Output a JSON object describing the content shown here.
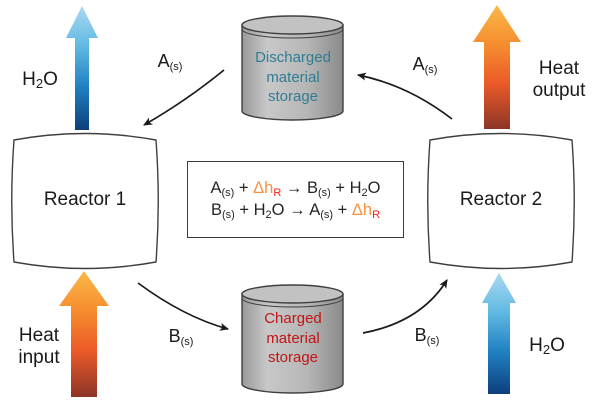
{
  "colors": {
    "delta_orange": "#F79140",
    "delta_red": "#FF1E14",
    "discharged_text": "#2E7D93",
    "charged_text": "#C11414",
    "blue_light": "#AADAF0",
    "blue_mid1": "#5FB8E2",
    "blue_mid2": "#1E7FC0",
    "blue_dark": "#0F3E7C",
    "orange_light": "#FBB847",
    "orange_mid1": "#F58B2E",
    "orange_mid2": "#EC5A28",
    "orange_dark": "#8C3528"
  },
  "reactors": {
    "left": "Reactor 1",
    "right": "Reactor 2"
  },
  "storages": {
    "top": {
      "line1": "Discharged",
      "line2": "material",
      "line3": "storage"
    },
    "bottom": {
      "line1": "Charged",
      "line2": "material",
      "line3": "storage"
    }
  },
  "labels": {
    "h2o_top_left": {
      "main": "H",
      "sub": "2",
      "tail": "O"
    },
    "h2o_bottom_right": {
      "main": "H",
      "sub": "2",
      "tail": "O"
    },
    "heat_output": {
      "line1": "Heat",
      "line2": "output"
    },
    "heat_input": {
      "line1": "Heat",
      "line2": "input"
    },
    "a_s_left": {
      "main": "A",
      "sub": "(s)"
    },
    "a_s_right": {
      "main": "A",
      "sub": "(s)"
    },
    "b_s_left": {
      "main": "B",
      "sub": "(s)"
    },
    "b_s_right": {
      "main": "B",
      "sub": "(s)"
    }
  },
  "equation": {
    "line1": {
      "a": "A",
      "a_sub": "(s)",
      "plus1": " + ",
      "dh": "Δh",
      "dh_sub": "R",
      "arrow": " → ",
      "b": "B",
      "b_sub": "(s)",
      "plus2": " + H",
      "h2o_sub": "2",
      "h2o_tail": "O"
    },
    "line2": {
      "b": "B",
      "b_sub": "(s)",
      "plus1": " + H",
      "h2o_sub": "2",
      "h2o_tail": "O",
      "arrow": " → ",
      "a": "A",
      "a_sub": "(s)",
      "plus2": " + ",
      "dh": "Δh",
      "dh_sub": "R"
    }
  }
}
